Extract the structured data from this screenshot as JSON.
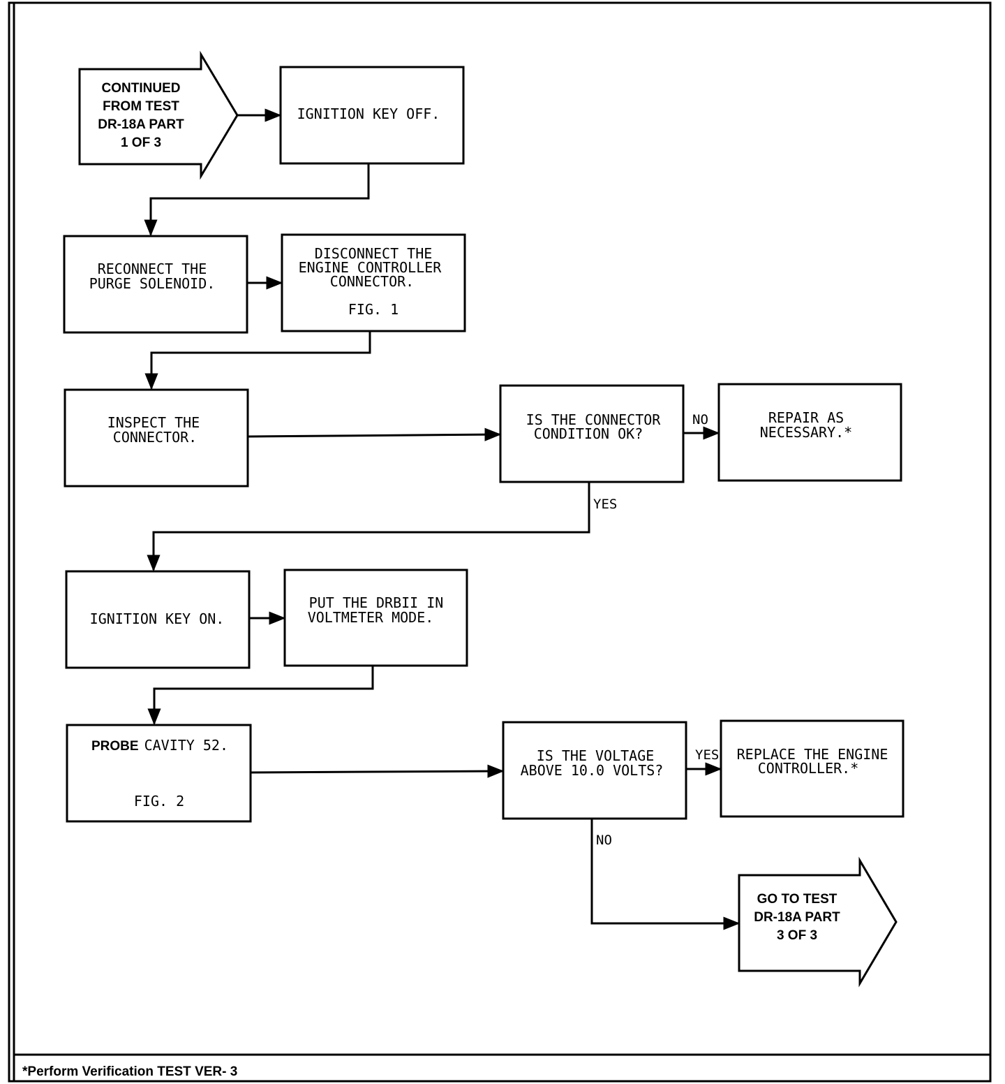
{
  "flowchart": {
    "start_connector": [
      "CONTINUED",
      "FROM TEST",
      "DR-18A PART",
      "1 OF 3"
    ],
    "steps": {
      "ignition_off": [
        "IGNITION KEY OFF."
      ],
      "reconnect_purge": [
        "RECONNECT THE",
        "PURGE SOLENOID."
      ],
      "disconnect_connector": [
        "DISCONNECT THE",
        "ENGINE CONTROLLER",
        "CONNECTOR."
      ],
      "disconnect_fig": "FIG. 1",
      "inspect_connector": [
        "INSPECT THE",
        "CONNECTOR."
      ],
      "connector_ok_question": [
        "IS THE CONNECTOR",
        "CONDITION OK?"
      ],
      "repair": [
        "REPAIR AS",
        "NECESSARY.*"
      ],
      "ignition_on": [
        "IGNITION KEY ON."
      ],
      "drbii_mode": [
        "PUT THE DRBII IN",
        "VOLTMETER MODE."
      ],
      "probe_prefix": "PROBE",
      "probe_rest": "CAVITY 52.",
      "probe_fig": "FIG. 2",
      "voltage_question": [
        "IS THE VOLTAGE",
        "ABOVE 10.0 VOLTS?"
      ],
      "replace_controller": [
        "REPLACE THE ENGINE",
        "CONTROLLER.*"
      ]
    },
    "end_connector": [
      "GO TO TEST",
      "DR-18A PART",
      "3 OF 3"
    ],
    "branch_labels": {
      "connector_no": "NO",
      "connector_yes": "YES",
      "voltage_yes": "YES",
      "voltage_no": "NO"
    }
  },
  "footer": {
    "note": "*Perform Verification TEST VER- 3"
  }
}
